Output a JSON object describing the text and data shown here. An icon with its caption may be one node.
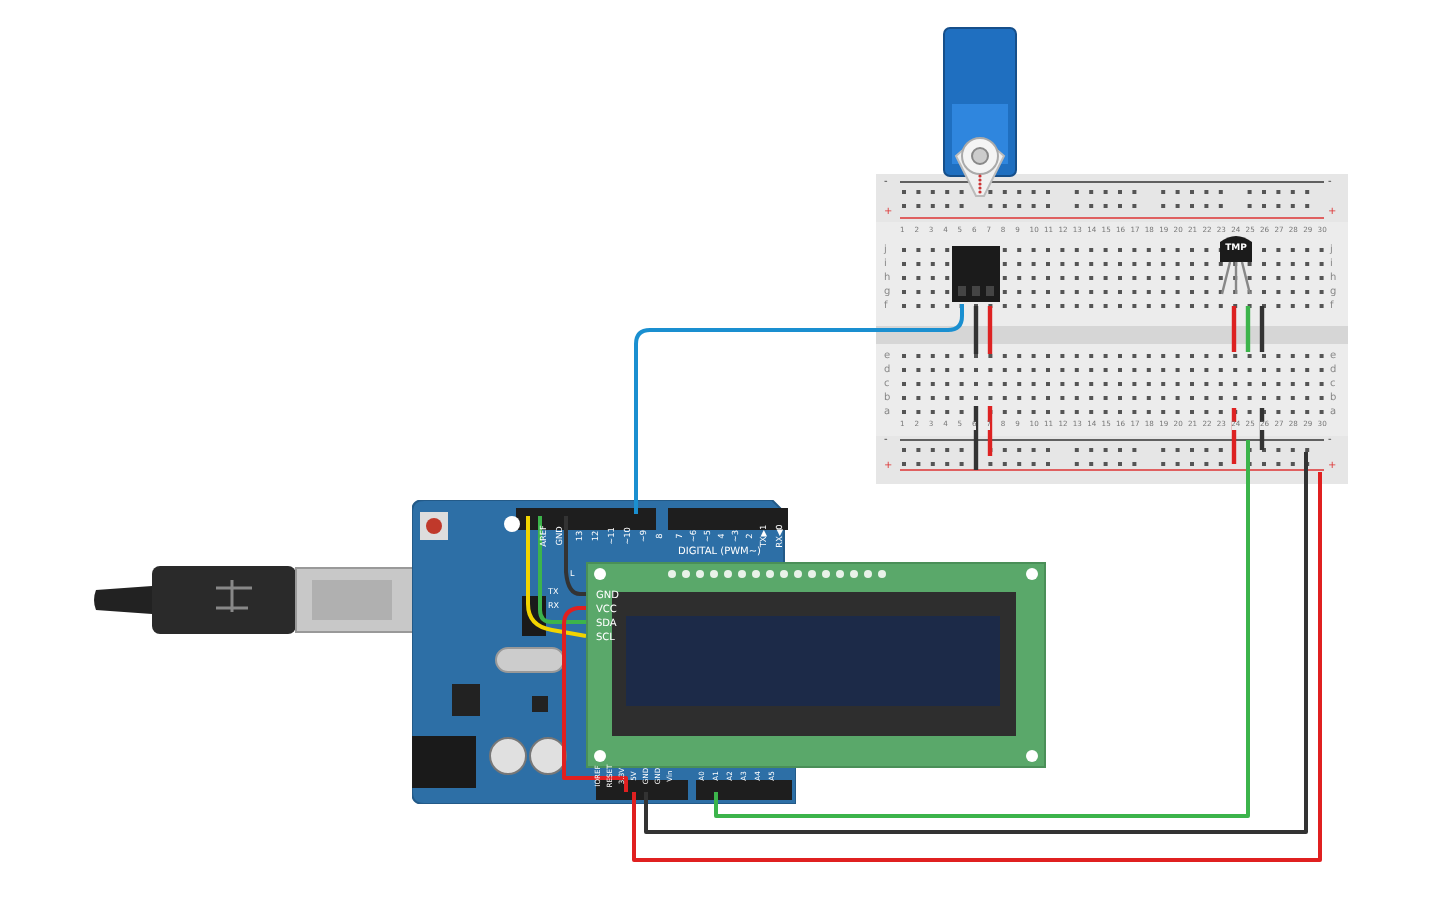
{
  "diagram": {
    "nodes": [
      {
        "text": [],
        "shape": "picture"
      },
      {
        "text": [],
        "shape": "picture"
      },
      {
        "text": [
          "TMP"
        ],
        "in": 1
      },
      {
        "text": [],
        "shape": "picture"
      },
      {
        "text": [
          "GND",
          "VCC",
          "SDA",
          "SCL"
        ]
      }
    ],
    "edges": [
      {
        "from": 3,
        "to": 1,
        "arrow": "none",
        "color": "#1a8fd0"
      },
      {
        "from": 3,
        "to": 4,
        "arrow": "none",
        "color": "#f2d400"
      },
      {
        "from": 3,
        "to": 4,
        "arrow": "none",
        "color": "#3cb44b"
      },
      {
        "from": 3,
        "to": 4,
        "arrow": "none",
        "color": "#333333"
      },
      {
        "from": 3,
        "to": 4,
        "arrow": "none",
        "color": "#e02020"
      },
      {
        "from": 3,
        "to": 1,
        "arrow": "none",
        "color": "#e02020"
      },
      {
        "from": 3,
        "to": 1,
        "arrow": "none",
        "color": "#333333"
      },
      {
        "from": 3,
        "to": 1,
        "arrow": "none",
        "color": "#3cb44b"
      }
    ],
    "labels": [
      "-",
      "-",
      "+",
      "+",
      "1",
      "2",
      "3",
      "4",
      "5",
      "6",
      "7",
      "8",
      "9",
      "10",
      "11",
      "12",
      "13",
      "14",
      "15",
      "16",
      "17",
      "18",
      "19",
      "20",
      "21",
      "22",
      "23",
      "24",
      "25",
      "26",
      "27",
      "28",
      "29",
      "30",
      "j",
      "j",
      "i",
      "i",
      "h",
      "h",
      "g",
      "g",
      "f",
      "f",
      "e",
      "e",
      "d",
      "d",
      "c",
      "c",
      "b",
      "b",
      "a",
      "a",
      "1",
      "2",
      "3",
      "4",
      "5",
      "6",
      "7",
      "8",
      "9",
      "10",
      "11",
      "12",
      "13",
      "14",
      "15",
      "16",
      "17",
      "18",
      "19",
      "20",
      "21",
      "22",
      "23",
      "24",
      "25",
      "26",
      "27",
      "28",
      "29",
      "30",
      "-",
      "-",
      "+",
      "+",
      "AREF",
      "GND",
      "13",
      "12",
      "~11",
      "~10",
      "~9",
      "8",
      "7",
      "~6",
      "~5",
      "4",
      "~3",
      "2",
      "TX▶1",
      "RX◀0",
      "DIGITAL (PWM~)",
      "L",
      "TX",
      "RX",
      "IOREF",
      "RESET",
      "3.3V",
      "5V",
      "GND",
      "GND",
      "Vin",
      "A0",
      "A1",
      "A2",
      "A3",
      "A4",
      "A5"
    ]
  }
}
